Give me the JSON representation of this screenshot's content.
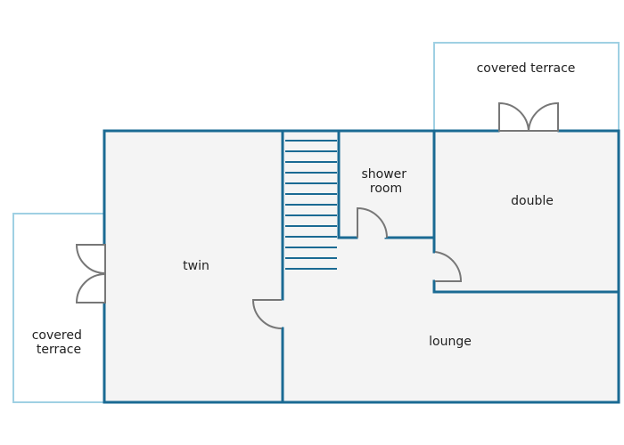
{
  "floor_plan": {
    "rooms": {
      "twin": "twin",
      "double": "double",
      "lounge": "lounge",
      "shower_room": [
        "shower",
        "room"
      ],
      "covered_terrace_top": "covered terrace",
      "covered_terrace_left": [
        "covered",
        "terrace"
      ]
    },
    "colors": {
      "wall": "#1a6a93",
      "terrace_outline": "#9fd0e3",
      "floor": "#f4f4f4",
      "door": "#777777",
      "stair": "#1a6a93",
      "text": "#1f1f1f"
    }
  }
}
